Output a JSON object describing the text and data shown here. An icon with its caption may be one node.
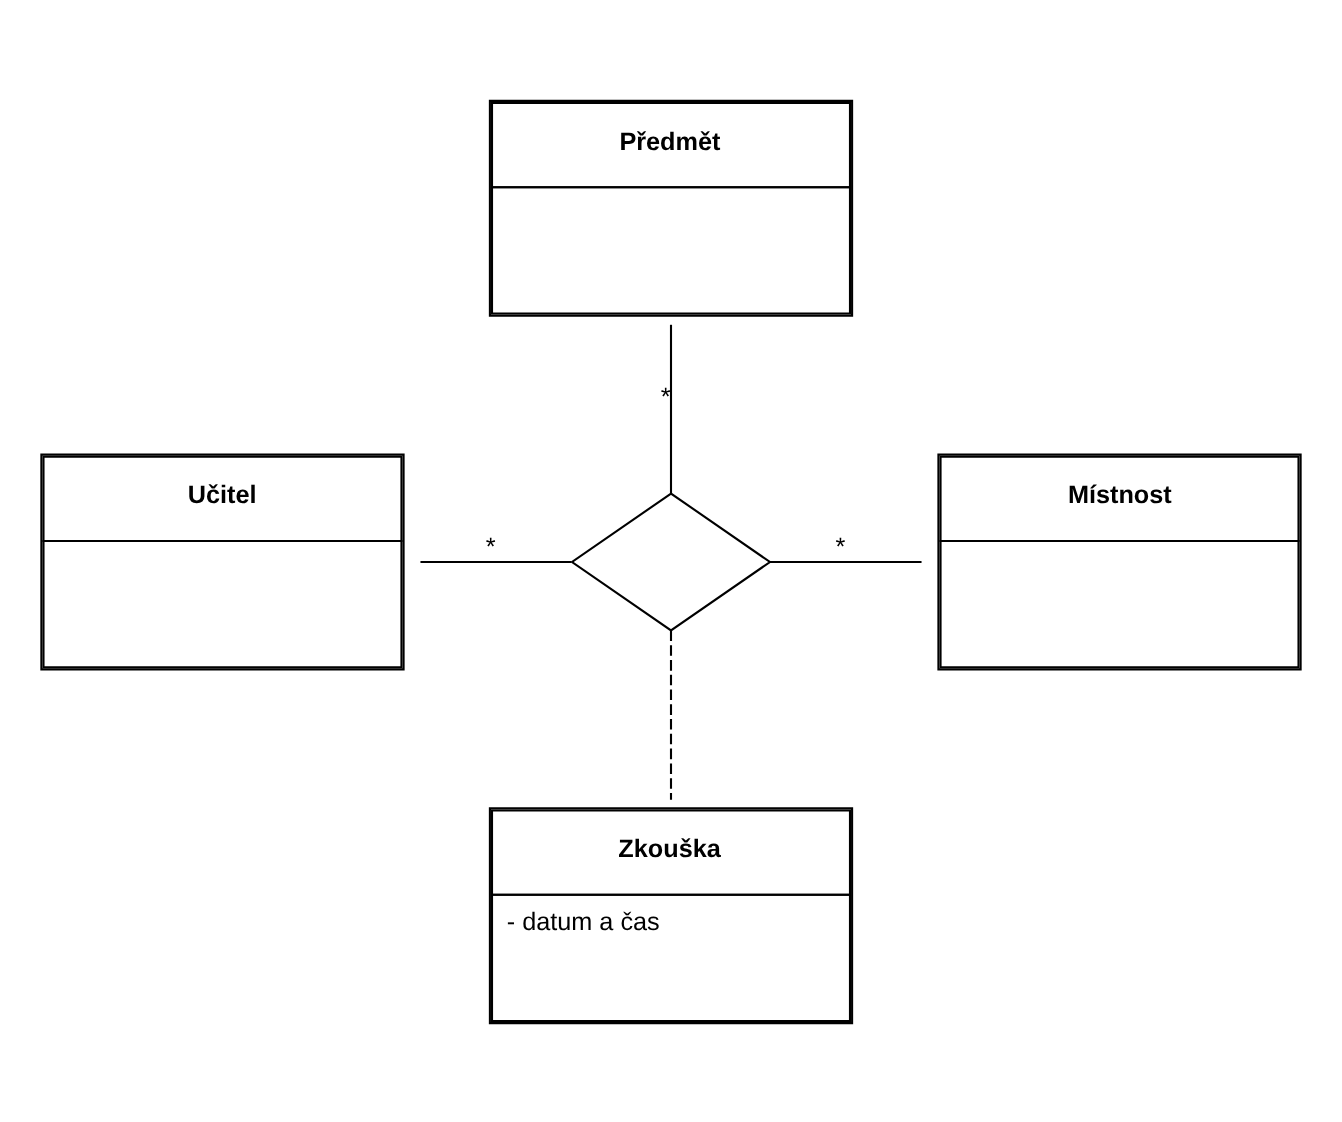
{
  "diagram": {
    "nodes": [
      {
        "text": [
          "Předmět"
        ]
      },
      {
        "text": [
          "Učitel"
        ]
      },
      {
        "text": [],
        "shape": "diamond"
      },
      {
        "text": [
          "Místnost"
        ]
      },
      {
        "text": [
          "Zkouška",
          "- datum a čas"
        ]
      }
    ],
    "edges": [
      {
        "from": 0,
        "to": 2,
        "arrow": "none",
        "label": "*"
      },
      {
        "from": 1,
        "to": 2,
        "arrow": "none",
        "label": "*"
      },
      {
        "from": 2,
        "to": 3,
        "arrow": "none",
        "label": "*"
      },
      {
        "from": 2,
        "to": 4,
        "arrow": "none",
        "style": "dashed"
      }
    ]
  }
}
